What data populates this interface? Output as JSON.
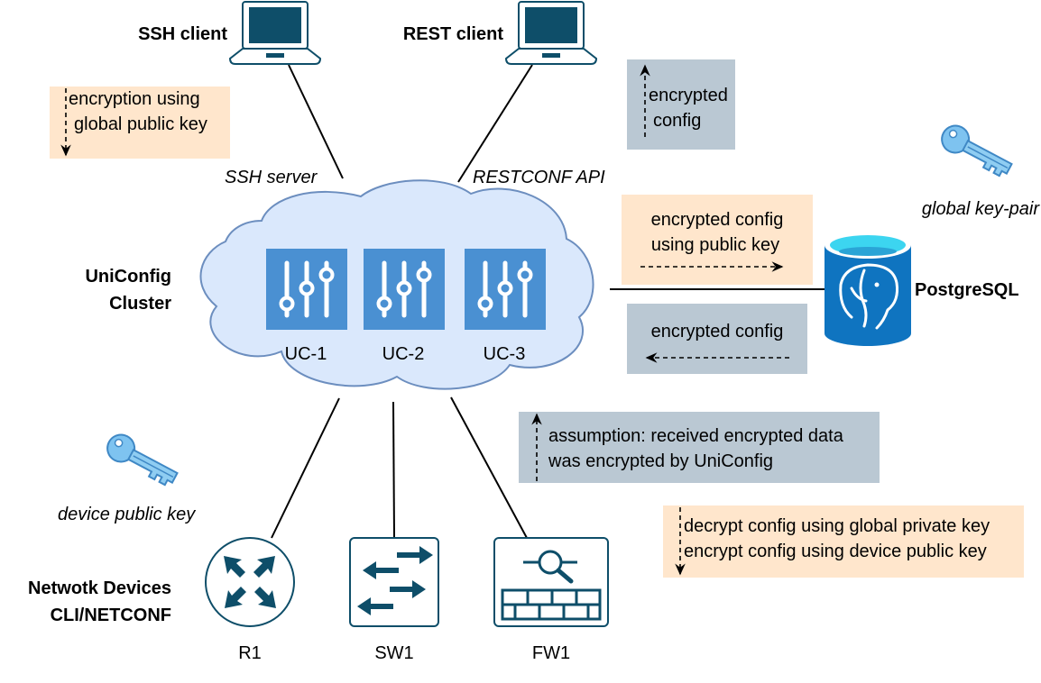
{
  "clients": {
    "ssh_label": "SSH client",
    "rest_label": "REST client",
    "ssh_server": "SSH server",
    "restconf_api": "RESTCONF API"
  },
  "notes": {
    "encryption_global": [
      "encryption using",
      "global public key"
    ],
    "encrypted_config_up": [
      "encrypted",
      "config"
    ],
    "encrypt_to_db": [
      "encrypted config",
      "using public key"
    ],
    "from_db": "encrypted config",
    "assumption": [
      "assumption: received encrypted data",
      "was encrypted by UniConfig"
    ],
    "device_crypto": [
      "decrypt config using global private key",
      "encrypt config using device public key"
    ]
  },
  "cluster": {
    "label": [
      "UniConfig",
      "Cluster"
    ],
    "nodes": [
      "UC-1",
      "UC-2",
      "UC-3"
    ]
  },
  "keys": {
    "global": "global key-pair",
    "device": "device public key"
  },
  "database": {
    "label": "PostgreSQL"
  },
  "devices": {
    "label": [
      "Netwotk Devices",
      "CLI/NETCONF"
    ],
    "items": [
      "R1",
      "SW1",
      "FW1"
    ]
  },
  "colors": {
    "peach": "#ffe6cc",
    "slate": "#bac8d3",
    "cloud_fill": "#dae8fc",
    "cloud_stroke": "#6c8ebf",
    "uc_blue": "#4a90d2",
    "device_teal": "#0e4e69",
    "key_blue": "#67b4e8"
  },
  "icons": {
    "laptop": "laptop-icon",
    "slider": "sliders-icon",
    "key": "key-icon",
    "database": "postgresql-database-icon",
    "router": "router-icon",
    "switch": "switch-icon",
    "firewall": "firewall-icon"
  }
}
